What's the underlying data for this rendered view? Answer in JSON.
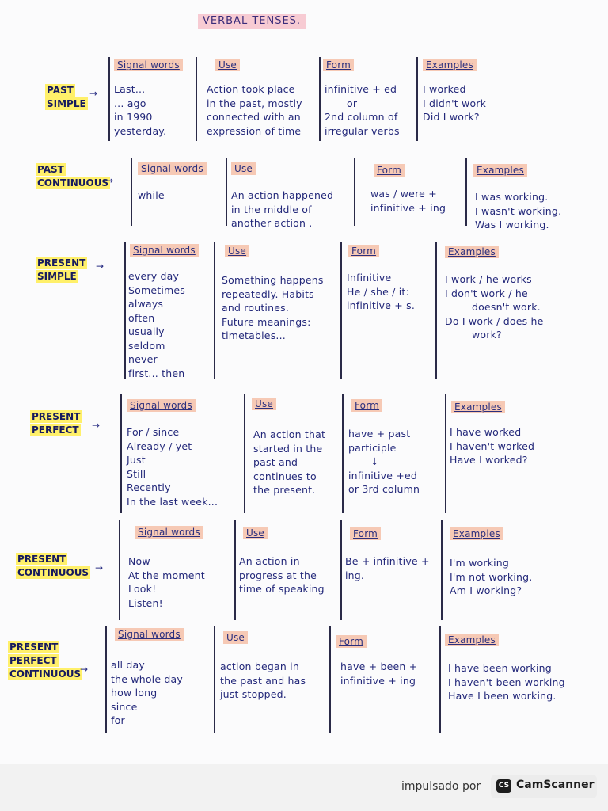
{
  "title": "VERBAL TENSES.",
  "sections": [
    {
      "tense": [
        "PAST",
        "SIMPLE"
      ],
      "headers": [
        "Signal words",
        "Use",
        "Form",
        "Examples"
      ],
      "signal": [
        "Last...",
        "... ago",
        "in 1990",
        "yesterday."
      ],
      "use": [
        "Action took place",
        "in the past, mostly",
        "connected with an",
        "expression of time"
      ],
      "form": [
        "infinitive + ed",
        "or",
        "2nd column of",
        "irregular verbs"
      ],
      "examples": [
        "I worked",
        "I didn't work",
        "Did I work?"
      ]
    },
    {
      "tense": [
        "PAST",
        "CONTINUOUS"
      ],
      "headers": [
        "Signal words",
        "Use",
        "Form",
        "Examples"
      ],
      "signal": [
        "while"
      ],
      "use": [
        "An action happened",
        "in the middle of",
        "another action ."
      ],
      "form": [
        "was / were +",
        "infinitive + ing"
      ],
      "examples": [
        "I was working.",
        "I wasn't working.",
        "Was I working."
      ]
    },
    {
      "tense": [
        "PRESENT",
        "SIMPLE"
      ],
      "headers": [
        "Signal words",
        "Use",
        "Form",
        "Examples"
      ],
      "signal": [
        "every day",
        "Sometimes",
        "always",
        "often",
        "usually",
        "seldom",
        "never",
        "first... then"
      ],
      "use": [
        "Something happens",
        "repeatedly. Habits",
        "and routines.",
        "Future meanings:",
        "timetables..."
      ],
      "form": [
        "Infinitive",
        "He / she / it:",
        "infinitive + s."
      ],
      "examples": [
        "I work / he works",
        "I don't work / he",
        "doesn't work.",
        "Do I work / does he",
        "work?"
      ]
    },
    {
      "tense": [
        "PRESENT",
        "PERFECT"
      ],
      "headers": [
        "Signal words",
        "Use",
        "Form",
        "Examples"
      ],
      "signal": [
        "For / since",
        "Already / yet",
        "Just",
        "Still",
        "Recently",
        "In the last week..."
      ],
      "use": [
        "An action that",
        "started in the",
        "past and",
        "continues to",
        "the present."
      ],
      "form": [
        "have + past",
        "participle",
        "↓",
        "infinitive +ed",
        "or 3rd column"
      ],
      "examples": [
        "I have worked",
        "I haven't worked",
        "Have I worked?"
      ]
    },
    {
      "tense": [
        "PRESENT",
        "CONTINUOUS"
      ],
      "headers": [
        "Signal words",
        "Use",
        "Form",
        "Examples"
      ],
      "signal": [
        "Now",
        "At the moment",
        "Look!",
        "Listen!"
      ],
      "use": [
        "An action in",
        "progress at the",
        "time of speaking"
      ],
      "form": [
        "Be + infinitive +",
        "ing."
      ],
      "examples": [
        "I'm working",
        "I'm not working.",
        "Am I working?"
      ]
    },
    {
      "tense": [
        "PRESENT",
        "PERFECT",
        "CONTINUOUS"
      ],
      "headers": [
        "Signal words",
        "Use",
        "Form",
        "Examples"
      ],
      "signal": [
        "all day",
        "the whole day",
        "how long",
        "since",
        "for"
      ],
      "use": [
        "action began in",
        "the past and has",
        "just stopped."
      ],
      "form": [
        "have + been +",
        "infinitive + ing"
      ],
      "examples": [
        "I have been working",
        "I haven't been working",
        "Have I been working."
      ]
    }
  ],
  "footer": {
    "powered_by": "impulsado por",
    "brand": "CamScanner",
    "brand_icon": "CS"
  }
}
